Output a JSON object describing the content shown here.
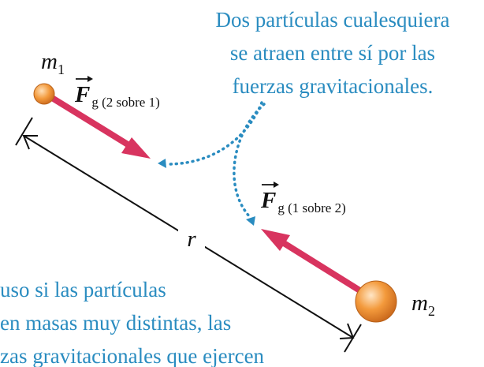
{
  "caption_top": {
    "line1": "Dos partículas cualesquiera",
    "line2": "se atraen entre sí por las",
    "line3": "fuerzas gravitacionales."
  },
  "caption_bottom": {
    "line1": "uso si las partículas",
    "line2": "en masas muy distintas, las",
    "line3": "zas gravitacionales que ejercen"
  },
  "mass1": {
    "symbol": "m",
    "sub": "1"
  },
  "mass2": {
    "symbol": "m",
    "sub": "2"
  },
  "force_2_on_1": {
    "symbol": "F",
    "sub": "g (2 sobre 1)"
  },
  "force_1_on_2": {
    "symbol": "F",
    "sub": "g (1 sobre 2)"
  },
  "distance": "r",
  "colors": {
    "caption": "#2a8cc0",
    "force_arrow": "#d8345f",
    "mass_fill": "#f39a3c",
    "dotted_pointer": "#2a8cc0"
  }
}
